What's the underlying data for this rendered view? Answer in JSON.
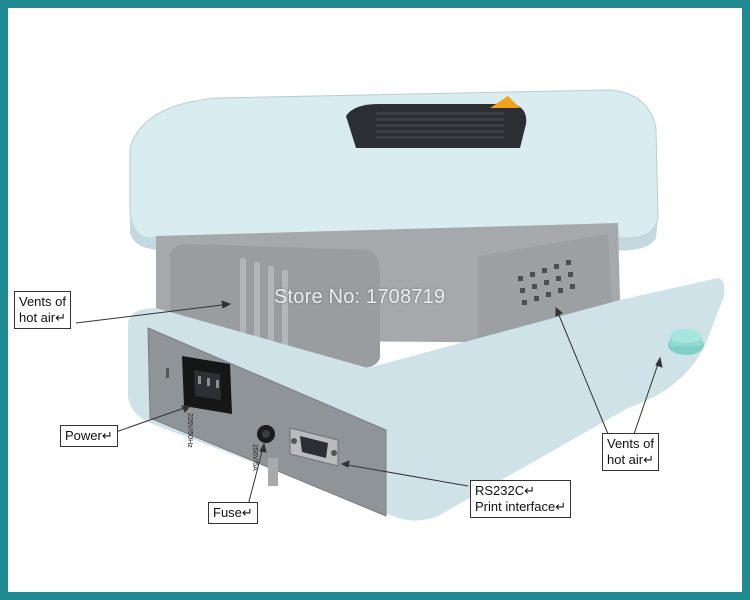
{
  "watermark": "Store No: 1708719",
  "callouts": {
    "vents_left": [
      "Vents of",
      "hot air↵"
    ],
    "power": "Power↵",
    "fuse": "Fuse↵",
    "rs232c": [
      "RS232C↵",
      "Print interface↵"
    ],
    "vents_right": [
      "Vents of",
      "hot air↵"
    ]
  },
  "device_labels": {
    "power_rating": "220V/50Hz",
    "fuse_rating": "250V/5A"
  },
  "colors": {
    "frame": "#1f8a92",
    "device_body": "#d6e8ee",
    "device_panel": "#8f9498"
  }
}
